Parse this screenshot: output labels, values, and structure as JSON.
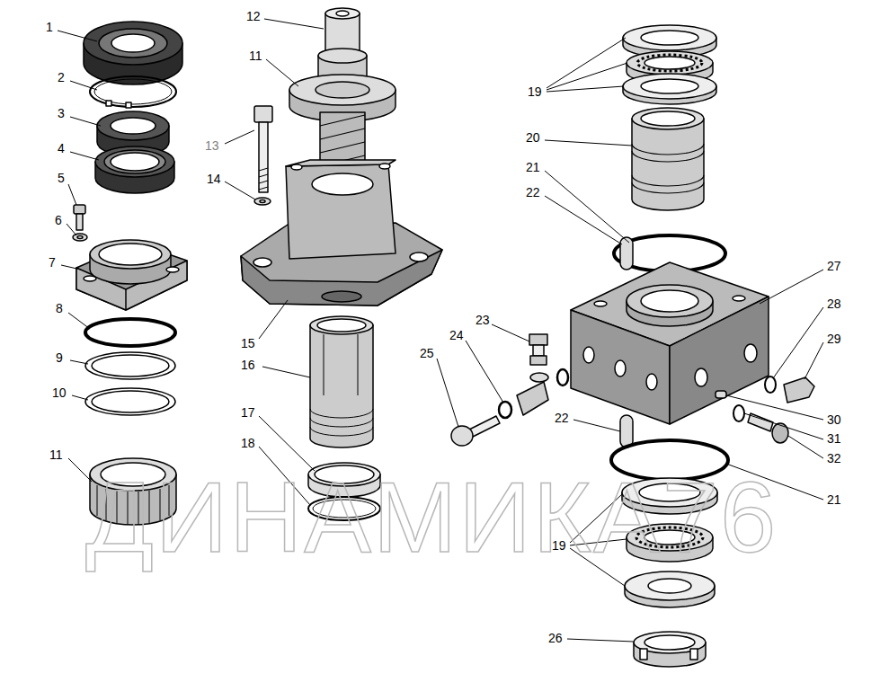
{
  "diagram": {
    "labels": [
      "1",
      "2",
      "3",
      "4",
      "5",
      "6",
      "7",
      "8",
      "9",
      "10",
      "11",
      "12",
      "11",
      "13",
      "14",
      "15",
      "16",
      "17",
      "18",
      "19",
      "20",
      "21",
      "22",
      "27",
      "23",
      "24",
      "25",
      "28",
      "29",
      "30",
      "22",
      "31",
      "32",
      "21",
      "19",
      "26",
      "ДИНАМИКА76"
    ]
  }
}
